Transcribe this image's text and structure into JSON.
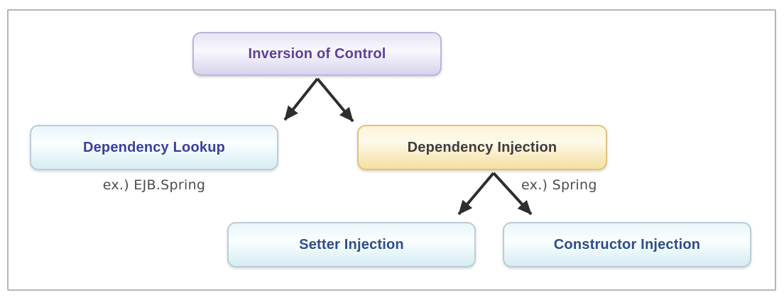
{
  "diagram": {
    "type": "tree",
    "nodes": {
      "ioc": {
        "label": "Inversion of Control",
        "text_color": "#5e4099",
        "fill_top": "#e6e3f4",
        "fill_bottom": "#d6d3ee",
        "border_color": "#b6b8d7"
      },
      "lookup": {
        "label": "Dependency Lookup",
        "text_color": "#3b3f9e",
        "fill_top": "#e9f5f9",
        "fill_bottom": "#d7edf3",
        "border_color": "#b9cdd8"
      },
      "injection": {
        "label": "Dependency Injection",
        "text_color": "#3d3d3d",
        "fill_top": "#fdf4d8",
        "fill_bottom": "#f5dfa2",
        "border_color": "#e2c376"
      },
      "setter": {
        "label": "Setter Injection",
        "text_color": "#2d4e8c",
        "fill_top": "#e9f5f9",
        "fill_bottom": "#d7edf3",
        "border_color": "#b9cdd8"
      },
      "constructor": {
        "label": "Constructor Injection",
        "text_color": "#2d4e8c",
        "fill_top": "#e9f5f9",
        "fill_bottom": "#d7edf3",
        "border_color": "#b9cdd8"
      }
    },
    "annotations": {
      "lookup_example": "ex.) EJB.Spring",
      "injection_example": "ex.) Spring"
    },
    "edges": [
      {
        "from": "ioc",
        "to": "lookup"
      },
      {
        "from": "ioc",
        "to": "injection"
      },
      {
        "from": "injection",
        "to": "setter"
      },
      {
        "from": "injection",
        "to": "constructor"
      }
    ],
    "colors": {
      "arrow": "#2e2e2e",
      "frame_border": "#b5b5b5",
      "background": "#ffffff"
    }
  }
}
